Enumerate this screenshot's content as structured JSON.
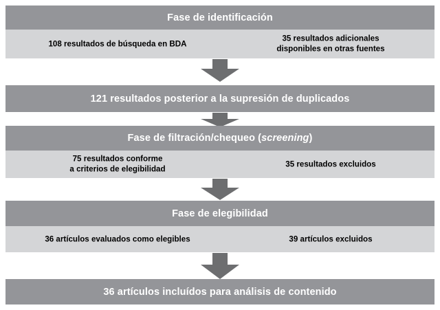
{
  "diagram": {
    "title": "PRISMA flow diagram",
    "colors": {
      "band_dark": "#949599",
      "band_light": "#d4d5d7",
      "arrow": "#6d6e70",
      "dark_text": "#ffffff",
      "light_text": "#000000"
    },
    "stages": [
      {
        "id": "identificacion",
        "header": "Fase de identificación",
        "left_cell": "108 resultados de búsqueda en BDA",
        "right_cell": "35 resultados adicionales\ndisponibles en otras fuentes"
      },
      {
        "id": "duplicados",
        "header": "121 resultados posterior a la supresión de duplicados"
      },
      {
        "id": "filtracion",
        "header_prefix": "Fase de filtración/chequeo (",
        "header_italic": "screening",
        "header_suffix": ")",
        "left_cell": "75 resultados conforme\na criterios de elegibilidad",
        "right_cell": "35 resultados excluidos"
      },
      {
        "id": "elegibilidad",
        "header": "Fase de elegibilidad",
        "left_cell": "36 artículos evaluados como elegibles",
        "right_cell": "39 artículos excluidos"
      },
      {
        "id": "inclusion",
        "header": "36 artículos incluídos para análisis de contenido"
      }
    ],
    "arrows": [
      {
        "id": "arrow-1",
        "direction": "down"
      },
      {
        "id": "arrow-2",
        "direction": "down"
      },
      {
        "id": "arrow-3",
        "direction": "down"
      },
      {
        "id": "arrow-4",
        "direction": "down"
      }
    ]
  }
}
